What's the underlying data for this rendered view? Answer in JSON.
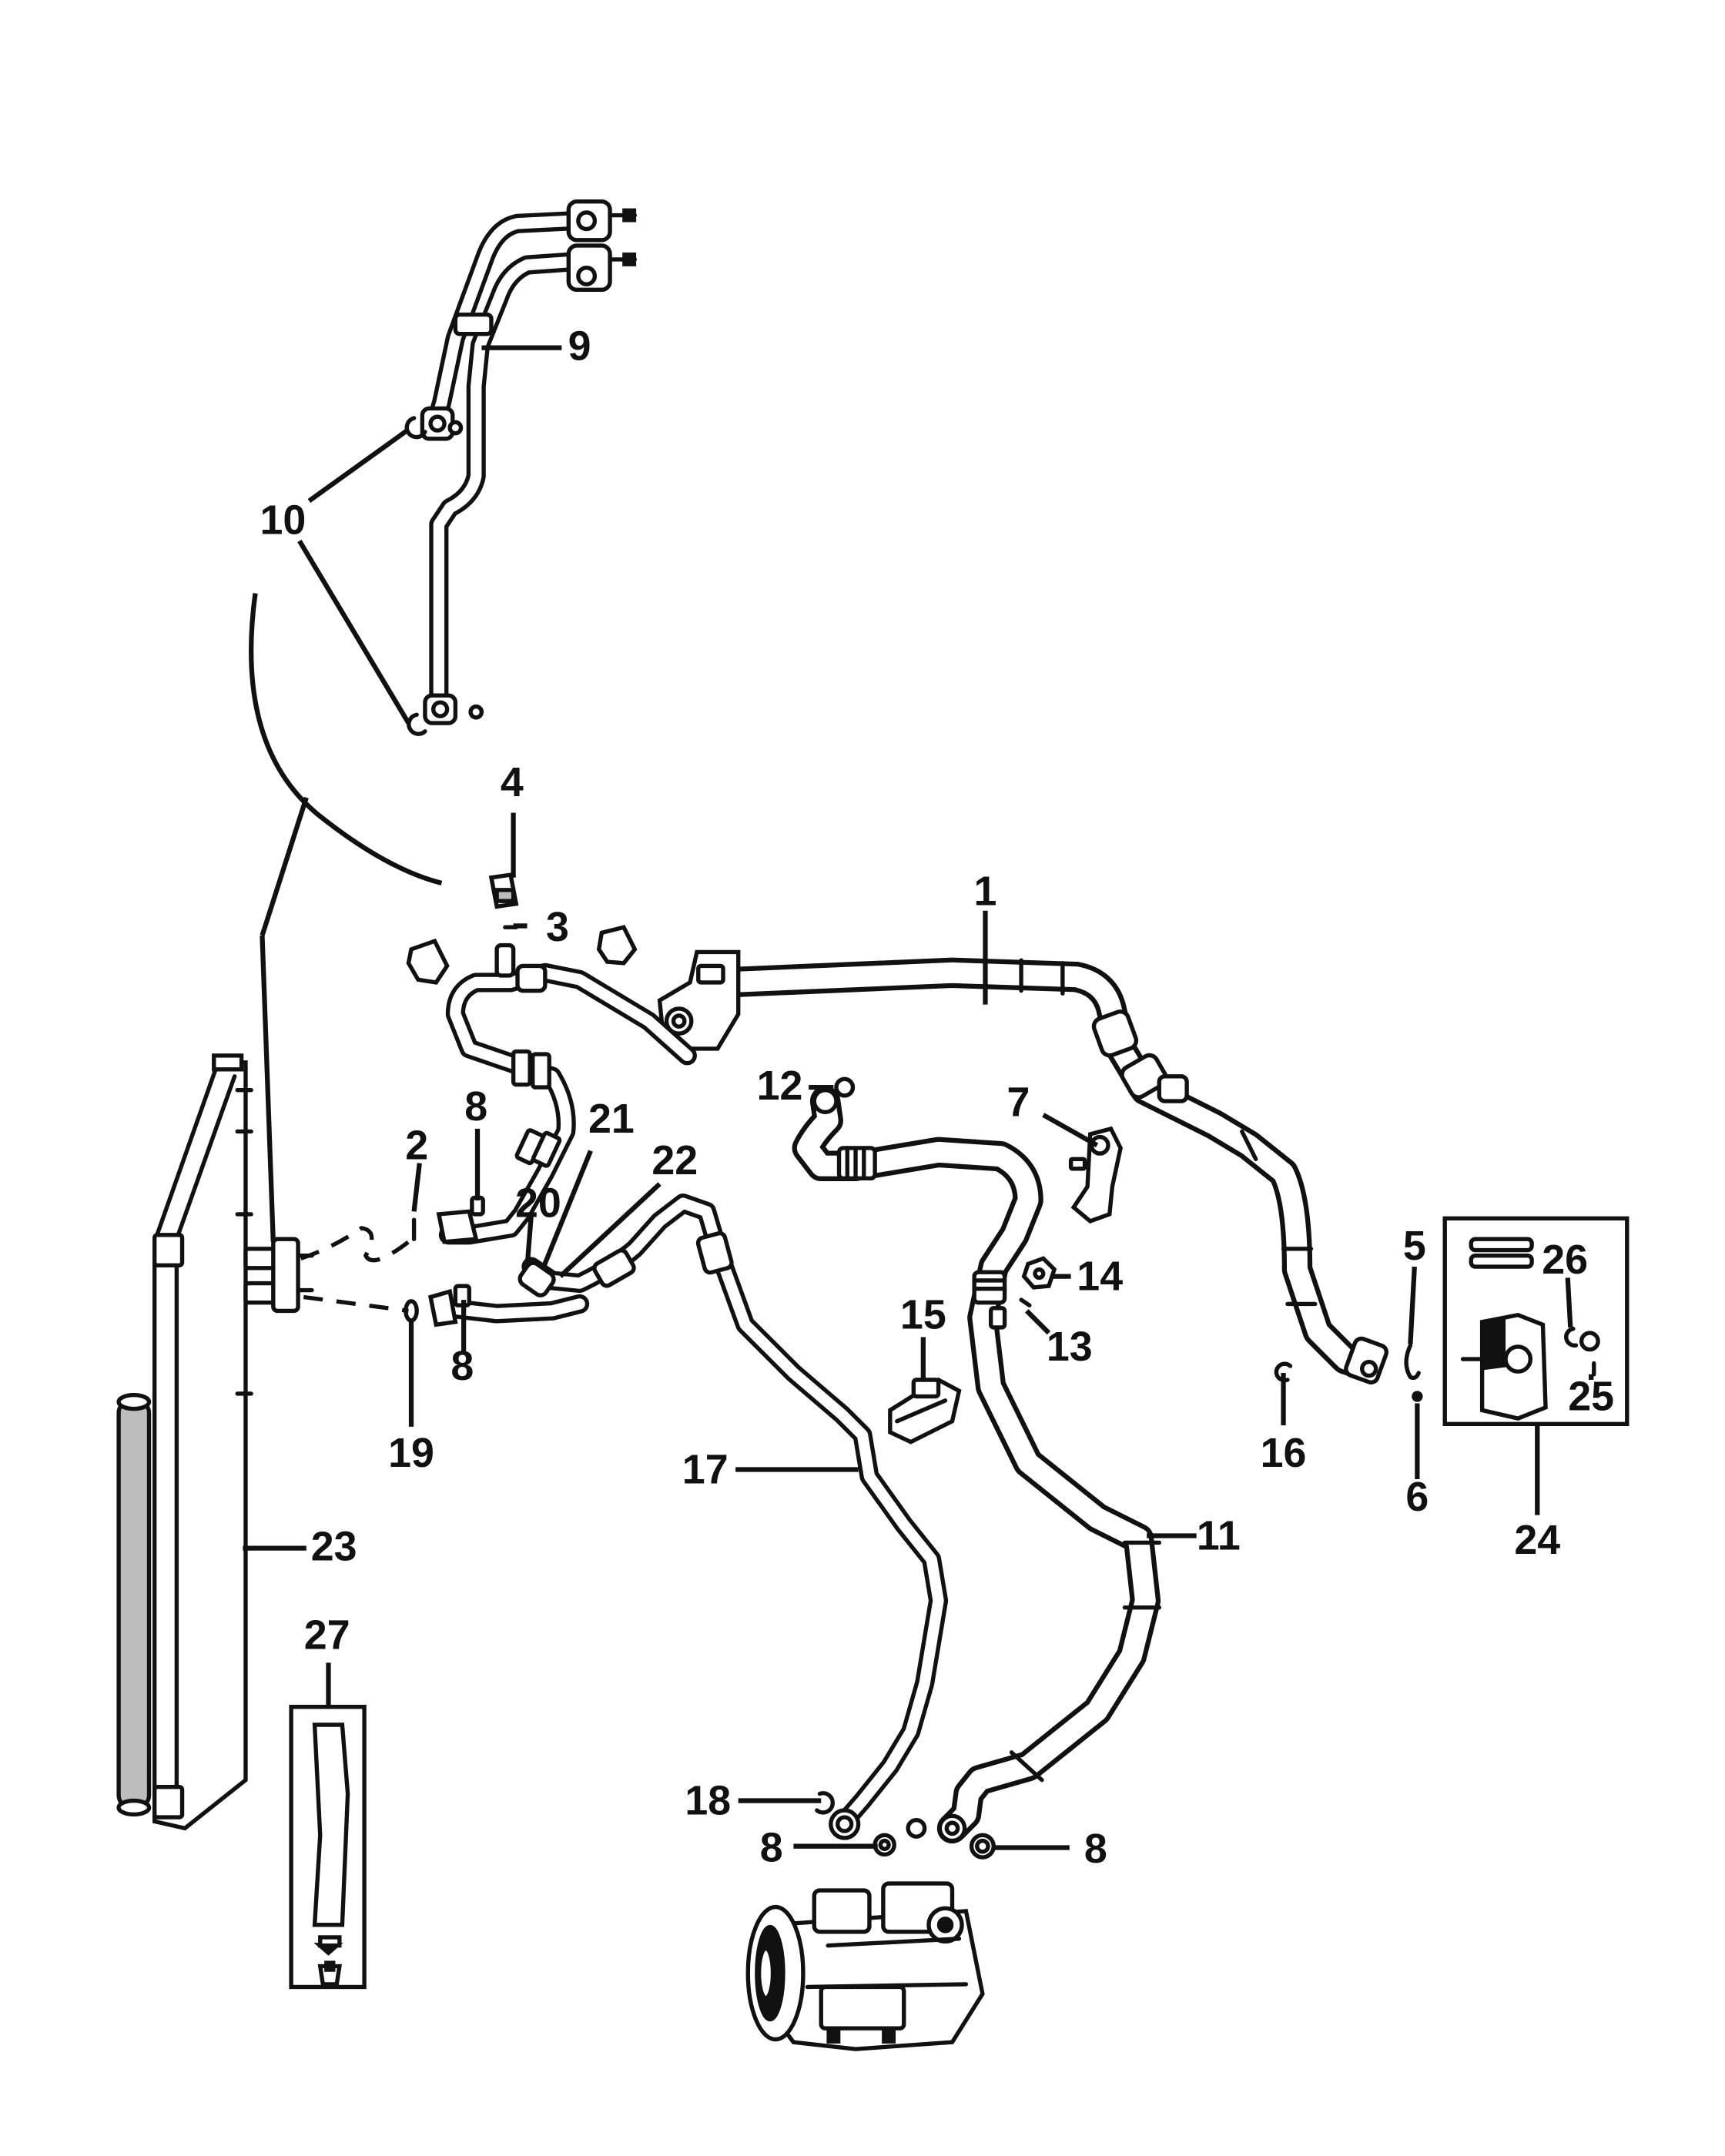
{
  "callouts": {
    "c1": "1",
    "c2": "2",
    "c3": "3",
    "c4": "4",
    "c5": "5",
    "c6": "6",
    "c7": "7",
    "c8a": "8",
    "c8b": "8",
    "c8c": "8",
    "c8d": "8",
    "c9": "9",
    "c10": "10",
    "c11": "11",
    "c12": "12",
    "c13": "13",
    "c14": "14",
    "c15": "15",
    "c16": "16",
    "c17": "17",
    "c18": "18",
    "c19": "19",
    "c20": "20",
    "c21": "21",
    "c22": "22",
    "c23": "23",
    "c24": "24",
    "c25": "25",
    "c26": "26",
    "c27": "27"
  }
}
